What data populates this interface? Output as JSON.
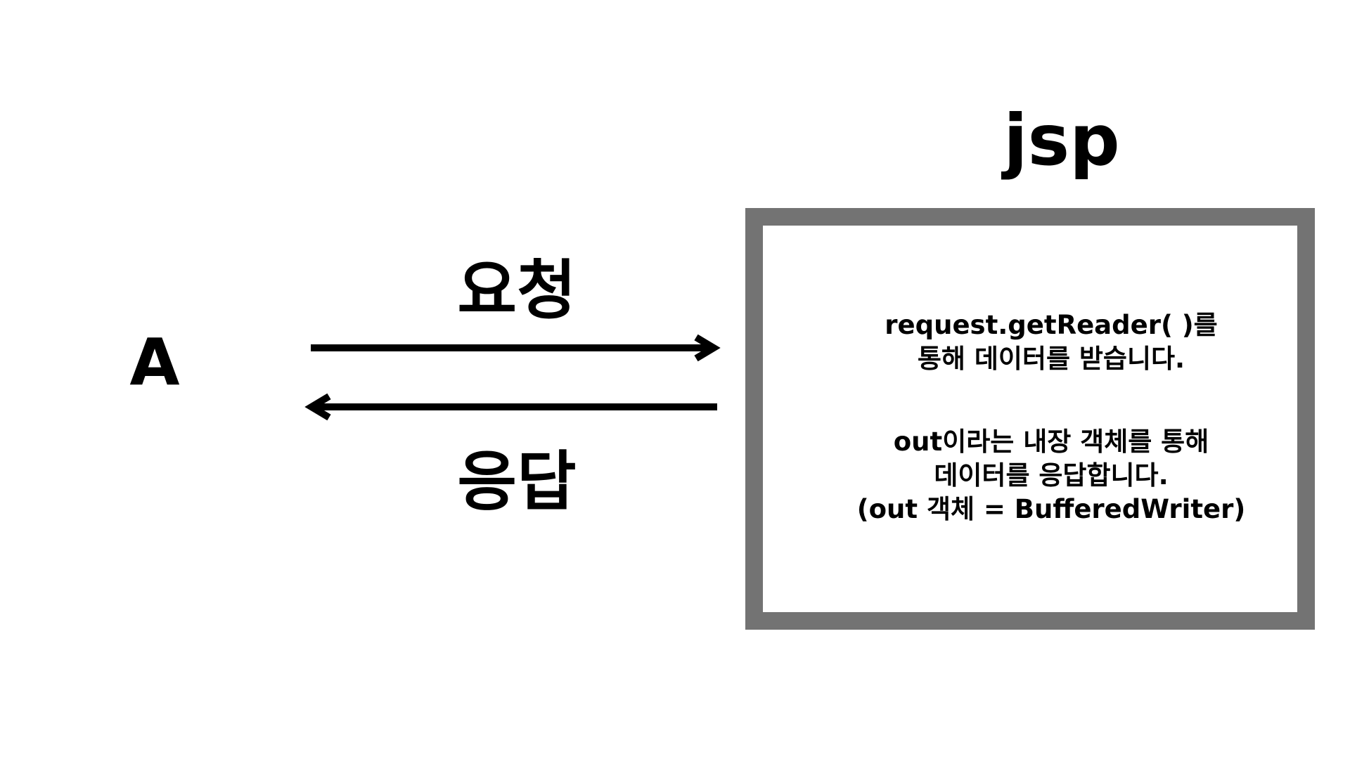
{
  "client": {
    "label": "A"
  },
  "request": {
    "label": "요청"
  },
  "response": {
    "label": "응답"
  },
  "server": {
    "title": "jsp",
    "read_lines": [
      "request.getReader( )를",
      "통해 데이터를 받습니다."
    ],
    "write_lines": [
      "out이라는 내장 객체를 통해",
      "데이터를 응답합니다.",
      "(out 객체 = BufferedWriter)"
    ]
  },
  "colors": {
    "box_border": "#737373",
    "ink": "#000000",
    "background": "#ffffff"
  }
}
